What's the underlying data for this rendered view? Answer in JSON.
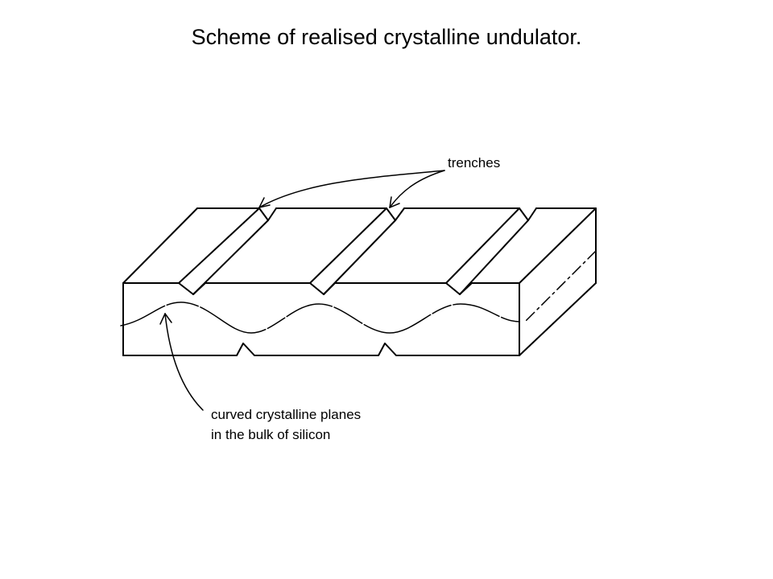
{
  "title": "Scheme of realised crystalline undulator.",
  "labels": {
    "trenches": "trenches",
    "planes_line1": "curved crystalline planes",
    "planes_line2": "in the bulk of silicon"
  }
}
